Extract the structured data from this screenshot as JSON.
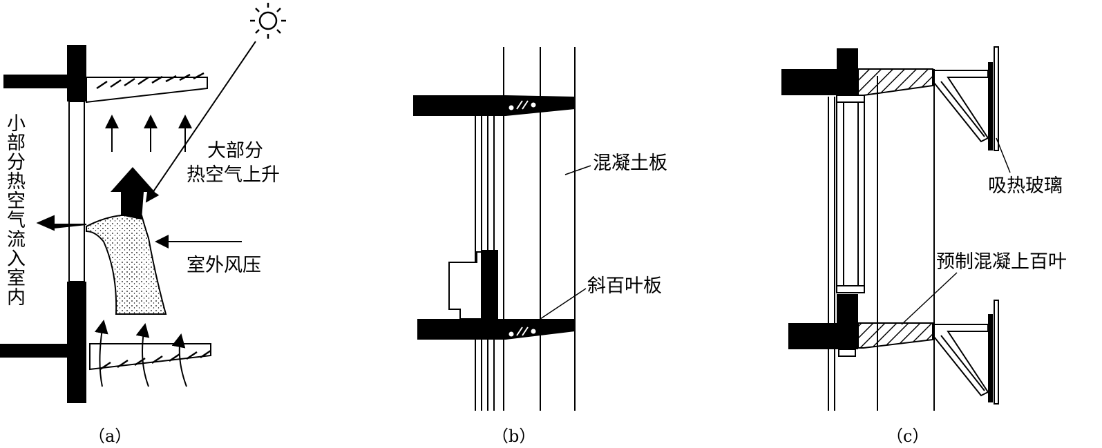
{
  "panel_a": {
    "label_rising_air": [
      "大部分",
      "热空气上升"
    ],
    "label_wind_pressure": "室外风压",
    "label_indoor_flow": [
      "小",
      "部",
      "分",
      "热",
      "空",
      "气",
      "流",
      "入",
      "室",
      "内"
    ],
    "caption": "（a）"
  },
  "panel_b": {
    "label_concrete_slab": "混凝土板",
    "label_louver": "斜百叶板",
    "caption": "（b）"
  },
  "panel_c": {
    "label_glass": "吸热玻璃",
    "label_louver": "预制混凝上百叶",
    "caption": "（c）"
  },
  "colors": {
    "ink": "#000000",
    "paper": "#ffffff"
  }
}
